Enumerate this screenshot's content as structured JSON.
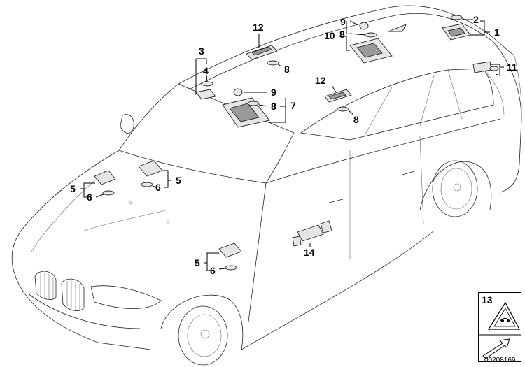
{
  "diagram": {
    "callouts": [
      {
        "id": "c1",
        "text": "1"
      },
      {
        "id": "c2",
        "text": "2"
      },
      {
        "id": "c3",
        "text": "3"
      },
      {
        "id": "c4",
        "text": "4"
      },
      {
        "id": "c5a",
        "text": "5"
      },
      {
        "id": "c5b",
        "text": "5"
      },
      {
        "id": "c5c",
        "text": "5"
      },
      {
        "id": "c6a",
        "text": "6"
      },
      {
        "id": "c6b",
        "text": "6"
      },
      {
        "id": "c6c",
        "text": "6"
      },
      {
        "id": "c7",
        "text": "7"
      },
      {
        "id": "c8a",
        "text": "8"
      },
      {
        "id": "c8b",
        "text": "8"
      },
      {
        "id": "c8c",
        "text": "8"
      },
      {
        "id": "c8d",
        "text": "8"
      },
      {
        "id": "c9a",
        "text": "9"
      },
      {
        "id": "c9b",
        "text": "9"
      },
      {
        "id": "c10",
        "text": "10"
      },
      {
        "id": "c11",
        "text": "11"
      },
      {
        "id": "c12a",
        "text": "12"
      },
      {
        "id": "c12b",
        "text": "12"
      },
      {
        "id": "c14",
        "text": "14"
      }
    ],
    "legend_number": "13",
    "drawing_number": "00208169"
  }
}
